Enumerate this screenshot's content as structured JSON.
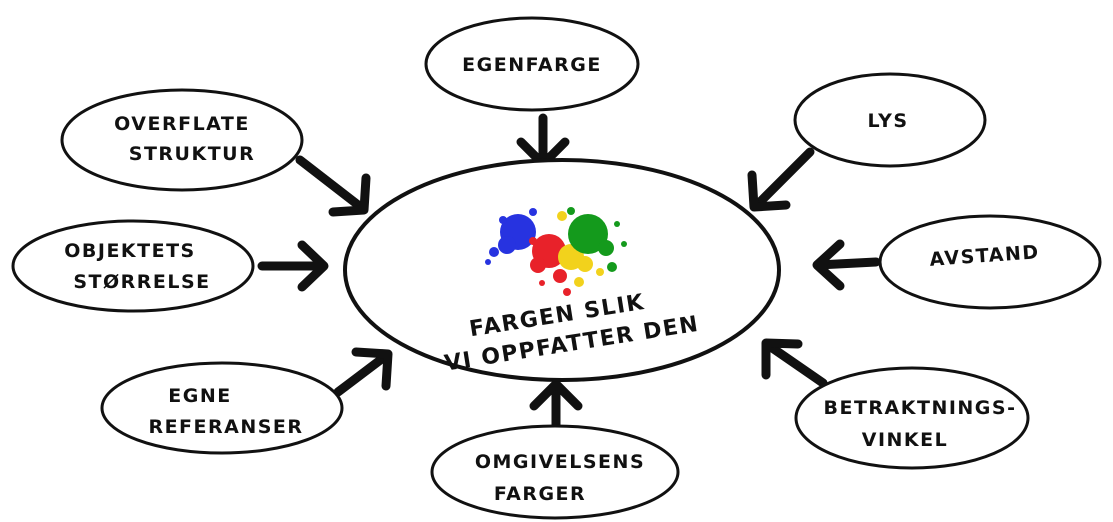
{
  "center": {
    "line1": "FARGEN SLIK",
    "line2": "VI OPPFATTER DEN"
  },
  "paint_splash": {
    "colors": [
      "#e8222a",
      "#2733e0",
      "#f2d21c",
      "#149a1c"
    ]
  },
  "nodes": {
    "egenfarge": {
      "line1": "EGENFARGE"
    },
    "overflate": {
      "line1": "OVERFLATE",
      "line2": "STRUKTUR"
    },
    "lys": {
      "line1": "LYS"
    },
    "objektets": {
      "line1": "OBJEKTETS",
      "line2": "STØRRELSE"
    },
    "avstand": {
      "line1": "AVSTAND"
    },
    "egne": {
      "line1": "EGNE",
      "line2": "REFERANSER"
    },
    "betraktning": {
      "line1": "BETRAKTNINGS-",
      "line2": "VINKEL"
    },
    "omgivelsens": {
      "line1": "OMGIVELSENS",
      "line2": "FARGER"
    }
  }
}
